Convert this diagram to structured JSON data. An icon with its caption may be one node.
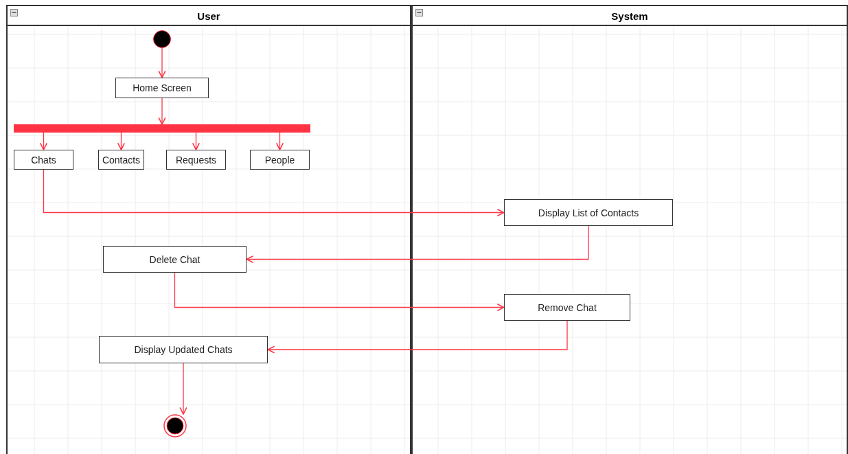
{
  "diagram": {
    "nodes": [
      {
        "text": [
          "User"
        ]
      },
      {
        "text": [
          "System"
        ]
      },
      {
        "text": [],
        "shape": "circle",
        "in": 0
      },
      {
        "text": [
          "Home Screen"
        ],
        "in": 0
      },
      {
        "text": [],
        "shape": "bar",
        "in": 0
      },
      {
        "text": [
          "Chats"
        ],
        "in": 0
      },
      {
        "text": [
          "Contacts"
        ],
        "in": 0
      },
      {
        "text": [
          "Requests"
        ],
        "in": 0
      },
      {
        "text": [
          "People"
        ],
        "in": 0
      },
      {
        "text": [
          "Display List of Contacts"
        ],
        "in": 1
      },
      {
        "text": [
          "Delete Chat"
        ],
        "in": 0
      },
      {
        "text": [
          "Remove Chat"
        ],
        "in": 1
      },
      {
        "text": [
          "Display Updated Chats"
        ],
        "in": 0
      },
      {
        "text": [],
        "shape": "circle",
        "in": 0
      }
    ],
    "edges": [
      {
        "from": 2,
        "to": 3,
        "arrow": "to"
      },
      {
        "from": 3,
        "to": 4,
        "arrow": "to"
      },
      {
        "from": 4,
        "to": 5,
        "arrow": "to"
      },
      {
        "from": 4,
        "to": 6,
        "arrow": "to"
      },
      {
        "from": 4,
        "to": 7,
        "arrow": "to"
      },
      {
        "from": 4,
        "to": 8,
        "arrow": "to"
      },
      {
        "from": 5,
        "to": 9,
        "arrow": "to"
      },
      {
        "from": 9,
        "to": 10,
        "arrow": "to"
      },
      {
        "from": 10,
        "to": 11,
        "arrow": "to"
      },
      {
        "from": 11,
        "to": 12,
        "arrow": "to"
      },
      {
        "from": 12,
        "to": 13,
        "arrow": "to"
      }
    ]
  }
}
